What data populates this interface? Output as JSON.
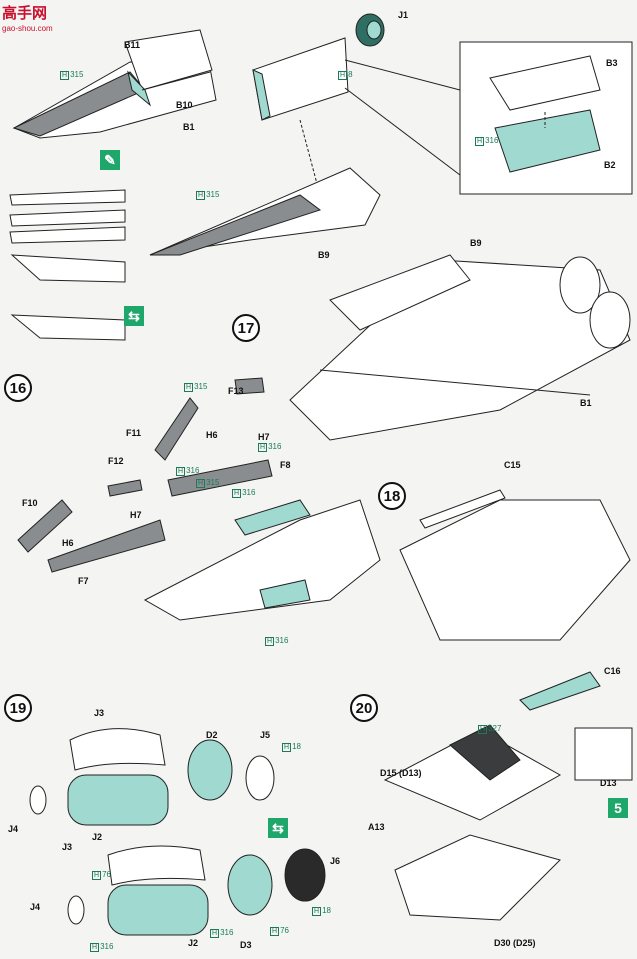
{
  "watermark": {
    "logo": "高手网",
    "url": "gao-shou.com"
  },
  "steps": {
    "s16": "16",
    "s17": "17",
    "s18": "18",
    "s19": "19",
    "s20": "20",
    "ref5": "5"
  },
  "parts": {
    "B11": "B11",
    "B10": "B10",
    "B1a": "B1",
    "J1": "J1",
    "B3": "B3",
    "B2": "B2",
    "B9a": "B9",
    "B9b": "B9",
    "B1b": "B1",
    "F13": "F13",
    "F11": "F11",
    "H6a": "H6",
    "H7a": "H7",
    "F8": "F8",
    "F12": "F12",
    "F10": "F10",
    "H7b": "H7",
    "H6b": "H6",
    "F7": "F7",
    "C15": "C15",
    "C16": "C16",
    "J3a": "J3",
    "D2": "D2",
    "J5": "J5",
    "J4a": "J4",
    "J2a": "J2",
    "J3b": "J3",
    "J6": "J6",
    "J4b": "J4",
    "D3": "D3",
    "J2b": "J2",
    "D15": "D15 (D13)",
    "D13": "D13",
    "A13": "A13",
    "D30": "D30 (D25)"
  },
  "paints": {
    "p1": "315",
    "p2": "8",
    "p3": "316",
    "p4": "315",
    "p5": "315",
    "p6": "316",
    "p7": "316",
    "p8": "315",
    "p9": "316",
    "p10": "316",
    "p11": "18",
    "p12": "76",
    "p13": "316",
    "p14": "316",
    "p15": "76",
    "p16": "18",
    "p17": "327"
  },
  "paint_prefix": "H",
  "colors": {
    "teal": "#9fd9cf",
    "grey": "#8a8d8f",
    "dark": "#3a3c3e",
    "green": "#1fa66a"
  }
}
